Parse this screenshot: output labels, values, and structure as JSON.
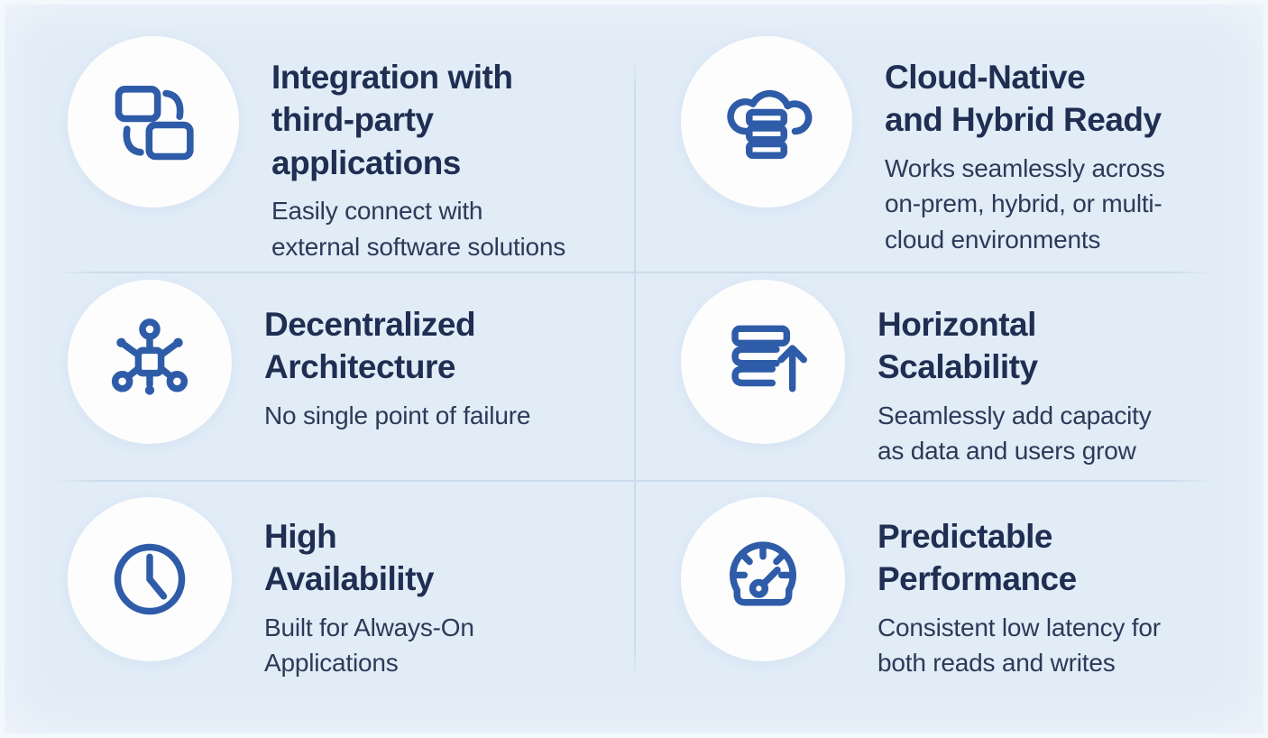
{
  "colors": {
    "background": "#e1ecf7",
    "icon_circle": "#fdfdfe",
    "icon_blue": "#2e5ca8",
    "title_text": "#202e52",
    "description_text": "#2c3a58",
    "divider": "#cbdbeb"
  },
  "features": [
    {
      "icon": "integration-icon",
      "title": "Integration with\nthird-party\napplications",
      "description": "Easily connect with\nexternal software solutions"
    },
    {
      "icon": "cloud-database-icon",
      "title": "Cloud-Native\nand Hybrid Ready",
      "description": "Works seamlessly across\non-prem, hybrid, or multi-\ncloud environments"
    },
    {
      "icon": "network-nodes-icon",
      "title": "Decentralized\nArchitecture",
      "description": "No single point of failure"
    },
    {
      "icon": "stack-growth-icon",
      "title": "Horizontal\nScalability",
      "description": "Seamlessly add capacity\nas data and users grow"
    },
    {
      "icon": "clock-icon",
      "title": "High\nAvailability",
      "description": "Built for Always-On\nApplications"
    },
    {
      "icon": "gauge-icon",
      "title": "Predictable\nPerformance",
      "description": "Consistent low latency for\nboth reads and writes"
    }
  ]
}
